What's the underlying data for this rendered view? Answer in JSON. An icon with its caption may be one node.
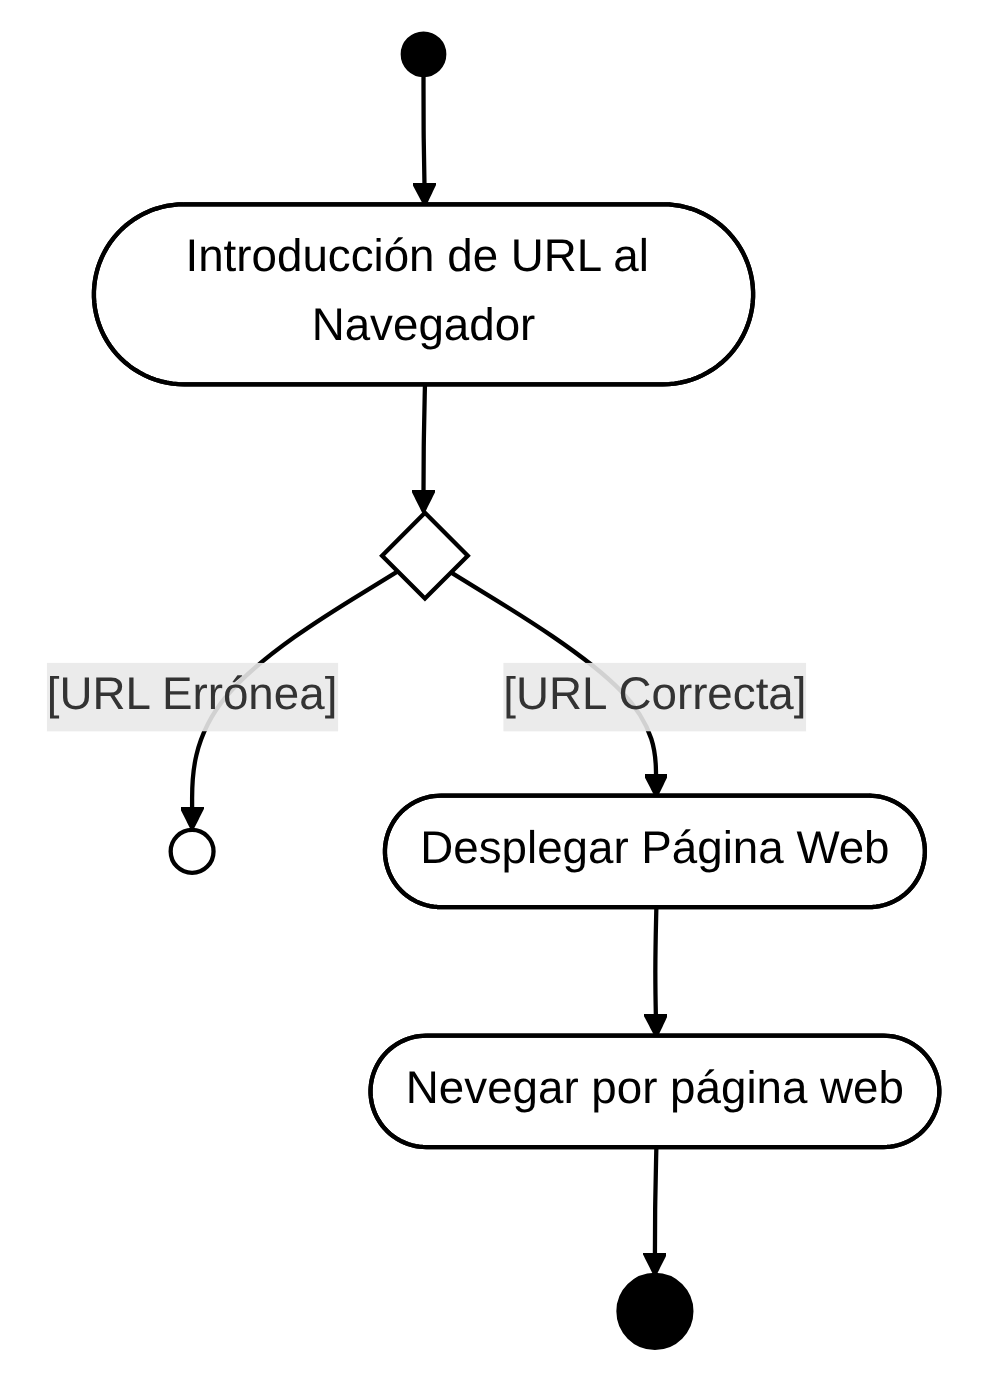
{
  "diagram": {
    "nodes": [
      {
        "text": [],
        "shape": "circle"
      },
      {
        "text": [
          "Introducción de URL al Navegador"
        ]
      },
      {
        "text": [],
        "shape": "diamond"
      },
      {
        "text": [],
        "shape": "circle"
      },
      {
        "text": [
          "Desplegar Página Web"
        ]
      },
      {
        "text": [
          "Nevegar por página web"
        ]
      },
      {
        "text": [],
        "shape": "circle"
      }
    ],
    "edges": [
      {
        "from": 0,
        "to": 1,
        "arrow": "to"
      },
      {
        "from": 1,
        "to": 2,
        "arrow": "to"
      },
      {
        "from": 2,
        "to": 3,
        "arrow": "to",
        "label": "[URL Errónea]"
      },
      {
        "from": 2,
        "to": 4,
        "arrow": "to",
        "label": "[URL Correcta]"
      },
      {
        "from": 4,
        "to": 5,
        "arrow": "to"
      },
      {
        "from": 5,
        "to": 6,
        "arrow": "to"
      }
    ]
  }
}
